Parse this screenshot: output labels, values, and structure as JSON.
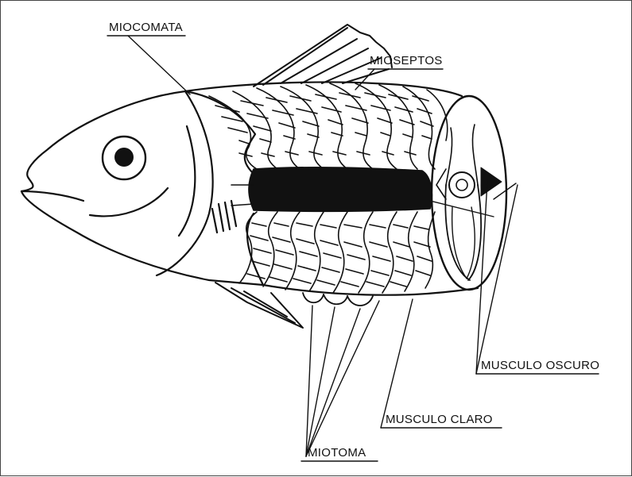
{
  "labels": {
    "miocomata": "MIOCOMATA",
    "mioseptos": "MIOSEPTOS",
    "musculo_oscuro": "MUSCULO OSCURO",
    "musculo_claro": "MUSCULO CLARO",
    "miotoma": "MIOTOMA"
  },
  "colors": {
    "ink": "#111111",
    "background": "#ffffff"
  }
}
